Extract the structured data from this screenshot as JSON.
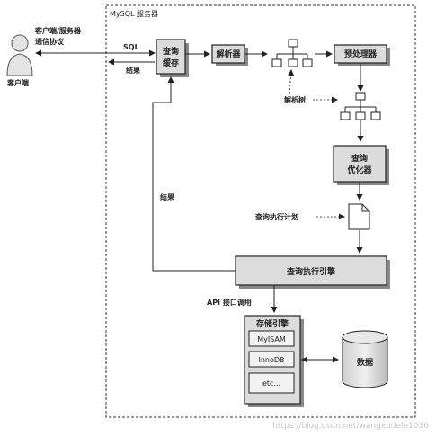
{
  "server_title": "MySQL 服务器",
  "client": {
    "protocol_line1": "客户端/服务器",
    "protocol_line2": "通信协议",
    "label": "客户端"
  },
  "arrows": {
    "sql": "SQL",
    "result_top": "结果",
    "result_side": "结果"
  },
  "boxes": {
    "query_cache_line1": "查询",
    "query_cache_line2": "缓存",
    "parser": "解析器",
    "preprocessor": "预处理器",
    "optimizer_line1": "查询",
    "optimizer_line2": "优化器",
    "execution_engine": "查询执行引擎",
    "storage_engine_title": "存储引擎",
    "engines": [
      "MyISAM",
      "InnoDB",
      "etc..."
    ],
    "data": "数据"
  },
  "labels": {
    "parse_tree": "解析树",
    "execution_plan": "查询执行计划",
    "api_call": "API 接口调用"
  },
  "watermark": "https://blog.csdn.net/wangxudele1036"
}
